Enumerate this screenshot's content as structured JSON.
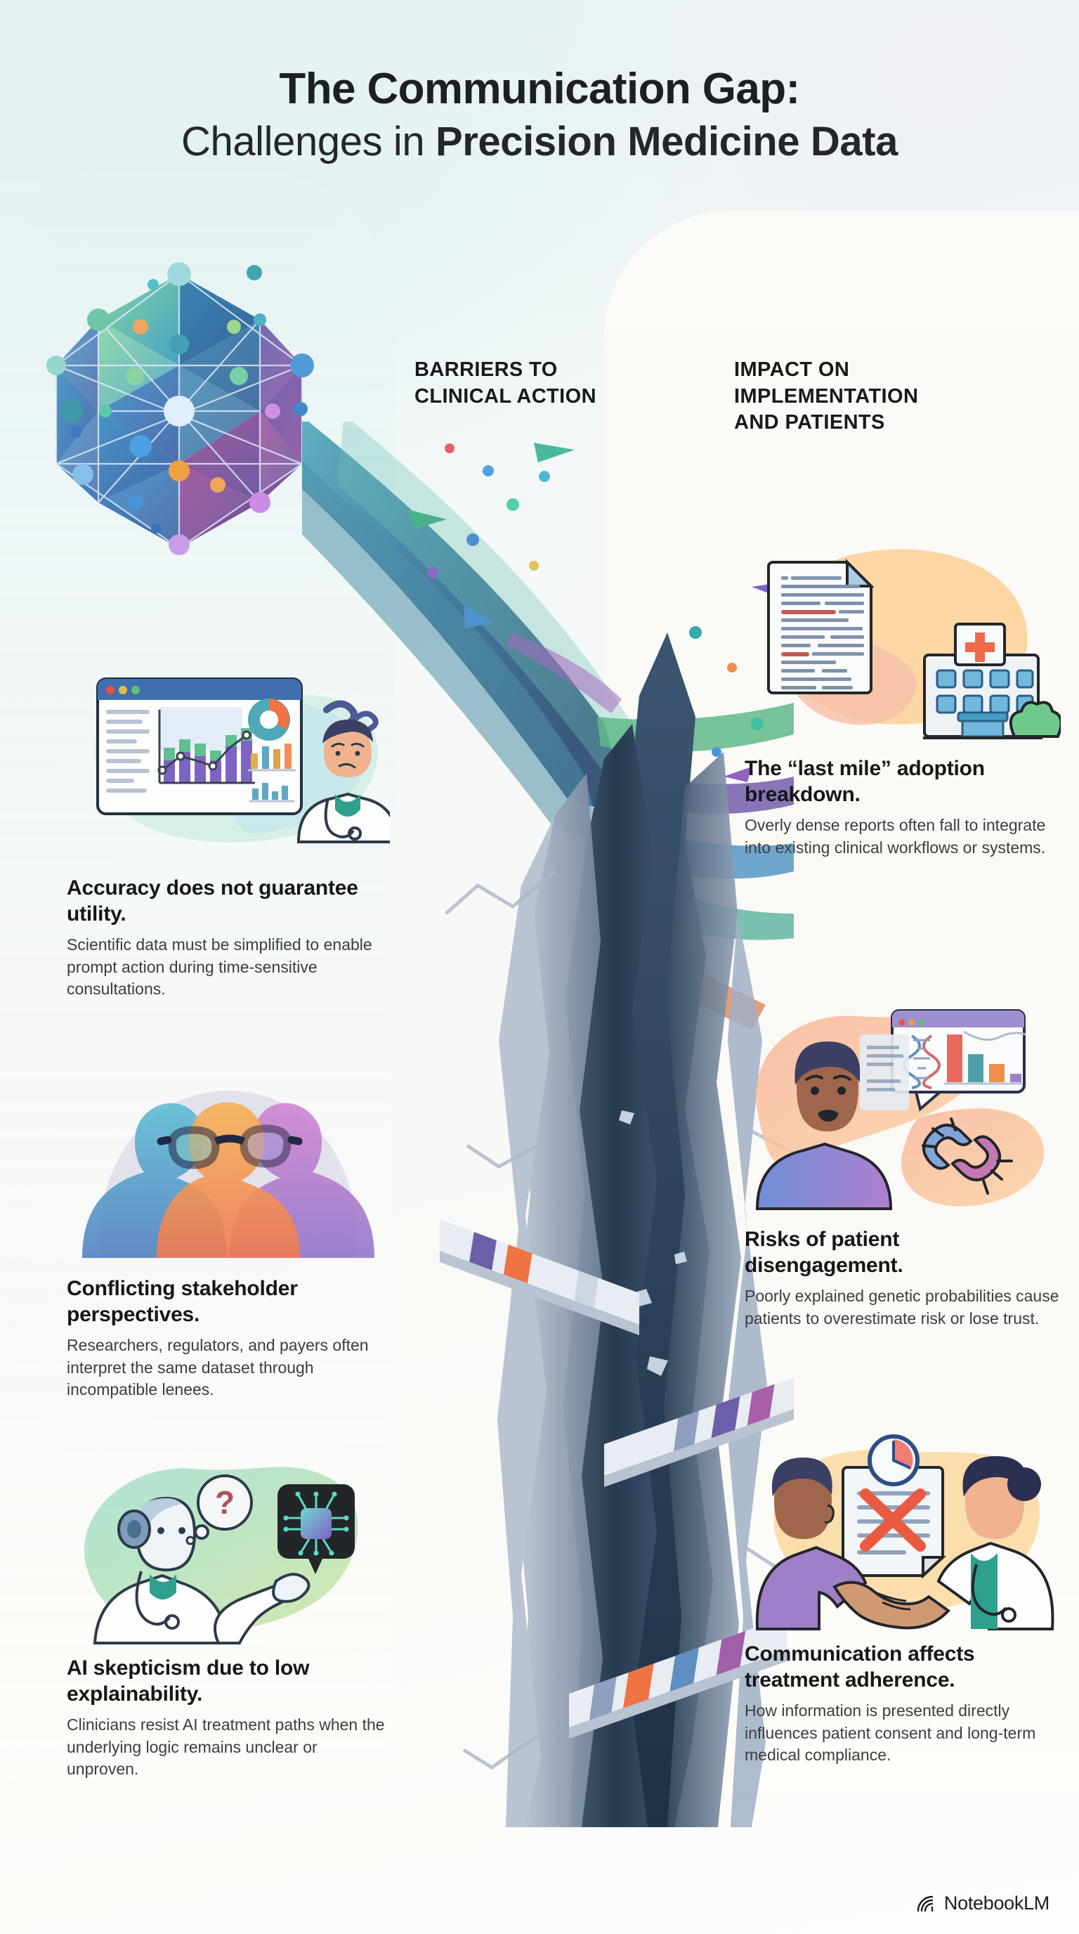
{
  "poster": {
    "title_line1": "The Communication Gap:",
    "title_line2_prefix": "Challenges in ",
    "title_line2_strong": "Precision Medicine Data",
    "background_accent": "#e6f2f3"
  },
  "columns": {
    "left_header": "BARRIERS TO CLINICAL ACTION",
    "right_header": "IMPACT ON IMPLEMENTATION AND PATIENTS"
  },
  "left_cards": [
    {
      "icon": "dashboard-confused-doctor-illustration",
      "heading": "Accuracy does not guarantee utility.",
      "body": "Scientific data must be simplified to enable prompt action during time-sensitive consultations."
    },
    {
      "icon": "stakeholder-silhouettes-glasses-illustration",
      "heading": "Conflicting stakeholder perspectives.",
      "body": "Researchers, regulators, and payers often interpret the same dataset through incompatible lenees."
    },
    {
      "icon": "robot-doctor-ai-chip-illustration",
      "heading": "AI skepticism due to low explainability.",
      "body": "Clinicians resist AI treatment paths when the underlying logic remains unclear or unproven."
    }
  ],
  "right_cards": [
    {
      "icon": "dense-report-hospital-illustration",
      "heading": "The “last mile” adoption breakdown.",
      "body": "Overly dense reports often fall to integrate into existing clinical workflows or systems."
    },
    {
      "icon": "worried-patient-broken-link-illustration",
      "heading": "Risks of patient disengagement.",
      "body": "Poorly explained genetic probabilities cause patients to overestimate risk or lose trust."
    },
    {
      "icon": "handshake-rejected-consent-illustration",
      "heading": "Communication affects treatment adherence.",
      "body": "How information is presented directly influences patient consent and long-term medical compliance."
    }
  ],
  "center_graphic": {
    "name": "data-stream-fracturing-into-chasm",
    "source_node": "polyhedral-data-network-crystal",
    "barrier_count": 3,
    "chasm_color_dark": "#2e4359",
    "chasm_color_light": "#8e9eb4"
  },
  "footer": {
    "logo_icon": "notebooklm-spiral-logo",
    "brand": "NotebookLM"
  }
}
